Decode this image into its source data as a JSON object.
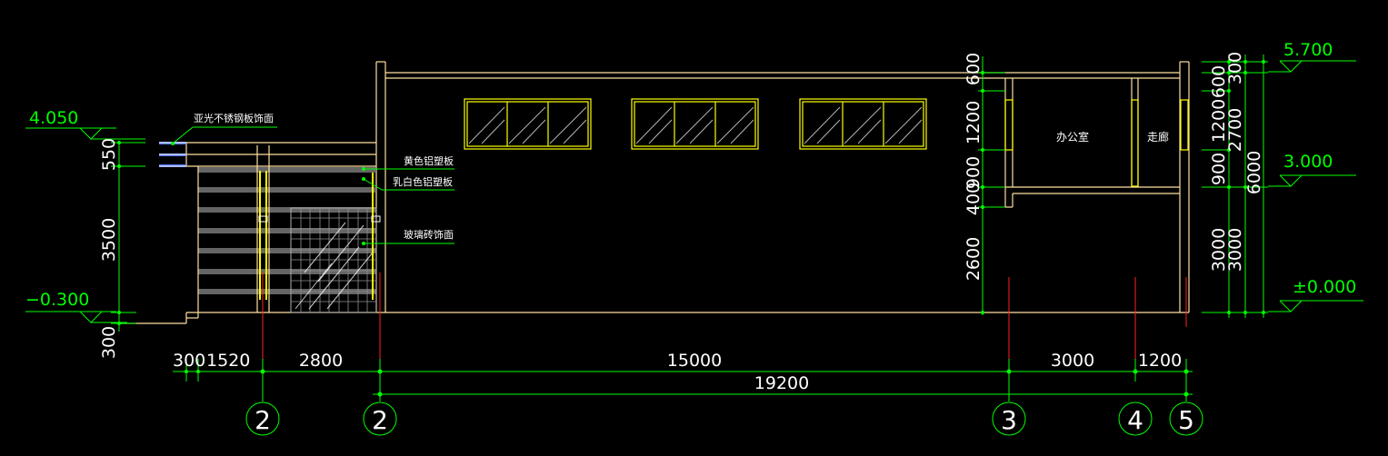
{
  "elevations": {
    "left_top": "4.050",
    "left_bottom": "−0.300",
    "right_top": "5.700",
    "right_mid": "3.000",
    "right_zero": "±0.000"
  },
  "left_dims": [
    "550",
    "3500",
    "300"
  ],
  "mid_dims": [
    "600",
    "1200",
    "900",
    "400",
    "2600"
  ],
  "right_dims_inner": [
    "600",
    "1200",
    "900",
    "3000"
  ],
  "right_dims_col2": [
    "300",
    "2700",
    "3000"
  ],
  "right_dims_outer": "6000",
  "bottom_dims": [
    "300",
    "1520",
    "2800",
    "15000",
    "3000",
    "1200"
  ],
  "total_dim": "19200",
  "axes": [
    "2",
    "2",
    "3",
    "4",
    "5"
  ],
  "annotations": {
    "steel": "亚光不锈钢板饰面",
    "yellow_panel": "黄色铝塑板",
    "white_panel": "乳白色铝塑板",
    "glass_brick": "玻璃砖饰面"
  },
  "rooms": {
    "office": "办公室",
    "corridor": "走廊"
  }
}
